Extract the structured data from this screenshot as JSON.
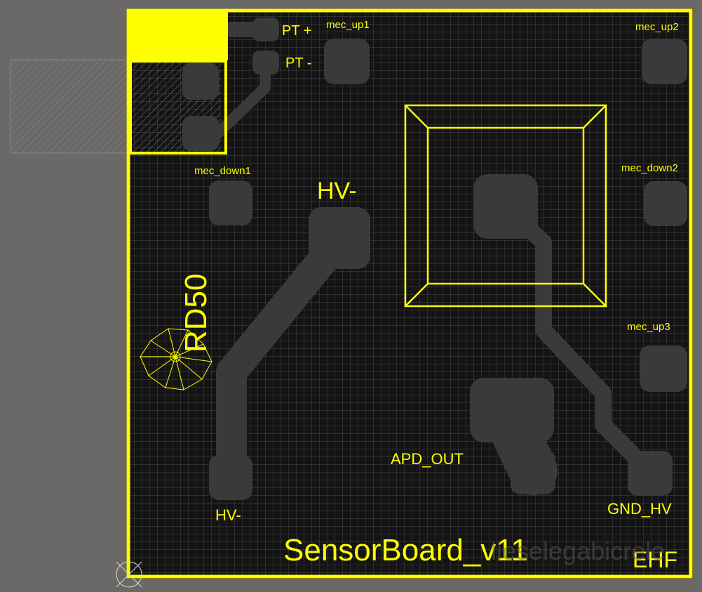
{
  "colors": {
    "background": "#6b6868",
    "board": "#141414",
    "silkscreen": "#ffff00",
    "copper": "#3a3a3a",
    "grid": "#5a5a5a",
    "hatch": "#7a7a7a"
  },
  "labels": {
    "pt_plus": "PT +",
    "pt_minus": "PT -",
    "mec_up1": "mec_up1",
    "mec_up2": "mec_up2",
    "mec_up3": "mec_up3",
    "mec_down1": "mec_down1",
    "mec_down2": "mec_down2",
    "hv_minus_top": "HV-",
    "hv_minus_bottom": "HV-",
    "rd50": "RD50",
    "apd_out": "APD_OUT",
    "gnd_hv": "GND_HV",
    "board_name": "SensorBoard_v11",
    "ehf": "EHF",
    "watermark": "lieselegabicrele"
  },
  "icons": {
    "logo": "flower-logo-icon",
    "origin": "origin-marker-icon"
  }
}
